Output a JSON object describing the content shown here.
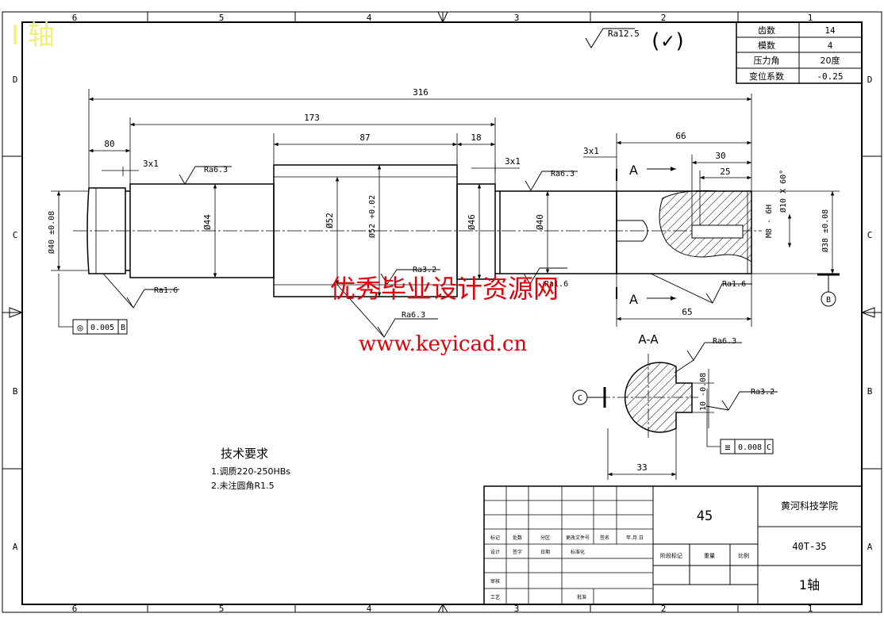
{
  "corner_label": "I 轴",
  "frame": {
    "cols_top": [
      "6",
      "5",
      "4",
      "3",
      "2",
      "1"
    ],
    "rows_side": [
      "D",
      "C",
      "B",
      "A"
    ]
  },
  "roughness_general": {
    "value": "Ra12.5",
    "suffix": "(✓)"
  },
  "gear_params": [
    {
      "label": "齿数",
      "value": "14"
    },
    {
      "label": "模数",
      "value": "4"
    },
    {
      "label": "压力角",
      "value": "20度"
    },
    {
      "label": "变位系数",
      "value": "-0.25"
    }
  ],
  "dims": {
    "total_length": "316",
    "len_173": "173",
    "len_87": "87",
    "len_18": "18",
    "len_80": "80",
    "len_66": "66",
    "len_30": "30",
    "len_25": "25",
    "len_65": "65",
    "len_33": "33",
    "chamfer_1": "3x1",
    "chamfer_2": "3x1",
    "chamfer_3": "3x1",
    "d40_left": "Ø40 ±0.08",
    "d44": "Ø44",
    "d52": "Ø52",
    "d52_tol": "Ø52 +0.02",
    "d46": "Ø46",
    "d40_mid": "Ø40",
    "d38": "Ø38 ±0.08",
    "d10_cone": "Ø10 X 60°",
    "key_tol": "10 -0.08",
    "key_fit": "M8 - 6H"
  },
  "roughness_marks": {
    "r1": "Ra6.3",
    "r2": "Ra6.3",
    "r3": "Ra1.6",
    "r4": "Ra3.2",
    "r5": "Ra1.6",
    "r6": "Ra6.3",
    "r7": "Ra1.6",
    "r8": "Ra6.3",
    "r9": "Ra3.2"
  },
  "tolerances": {
    "runout": {
      "symbol": "◎",
      "value": "0.005",
      "datum": "B"
    },
    "symmetry": {
      "symbol": "≡",
      "value": "0.008",
      "datum": "C"
    }
  },
  "datums": {
    "b": "B",
    "c": "C"
  },
  "section": {
    "title": "A-A",
    "marker": "A"
  },
  "tech_req": {
    "title": "技术要求",
    "lines": [
      "1.调质220-250HBs",
      "2.未注圆角R1.5"
    ]
  },
  "title_block": {
    "material": "45",
    "school": "黄河科技学院",
    "code": "40T-35",
    "part_name": "1轴",
    "row_labels": [
      "标记",
      "处数",
      "分区",
      "更改文件号",
      "签名",
      "年.月.日"
    ],
    "row2": [
      "设计",
      "签字",
      "日期",
      "标准化"
    ],
    "stage_labels": [
      "阶段标记",
      "重量",
      "比例"
    ],
    "review": "审核",
    "process": "工艺",
    "approve": "批准"
  },
  "watermark": {
    "title": "优秀毕业设计资源网",
    "url": "www.keyicad.cn"
  }
}
